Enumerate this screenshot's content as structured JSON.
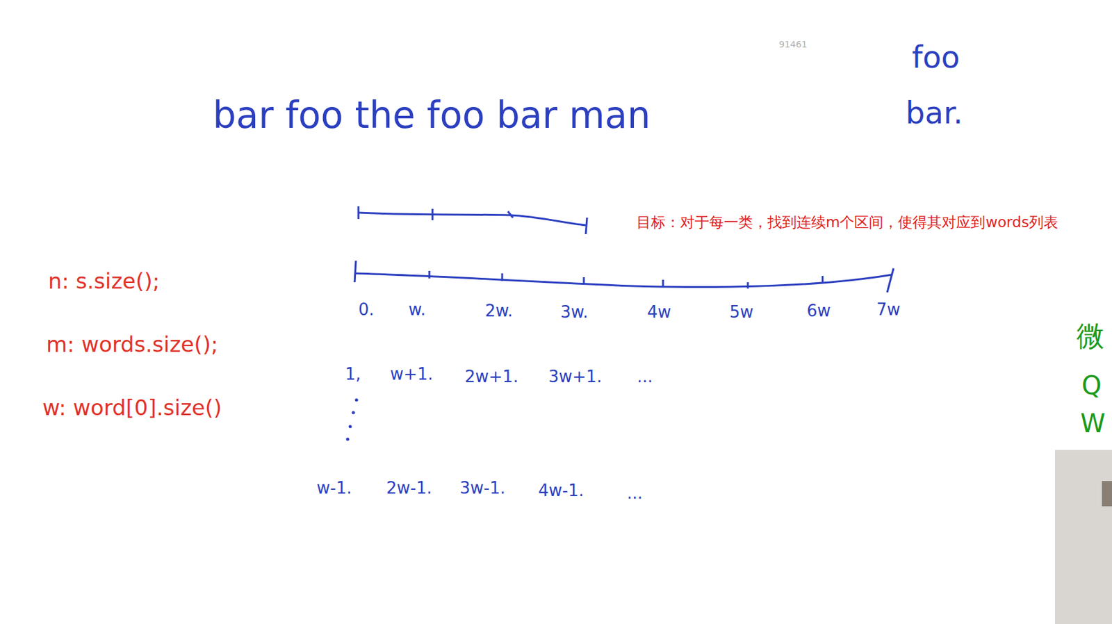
{
  "diagram": {
    "labels": [
      "91461",
      "bar foo the foo bar man",
      "foo",
      "bar.",
      "目标：对于每一类，找到连续m个区间，使得其对应到words列表",
      "n: s.size();",
      "m: words.size();",
      "w: word[0].size()",
      "0.",
      "w.",
      "2w.",
      "3w.",
      "4w",
      "5w",
      "6w",
      "7w",
      "1,",
      "w+1.",
      "2w+1.",
      "3w+1.",
      "...",
      "w-1.",
      "2w-1.",
      "3w-1.",
      "4w-1.",
      "...",
      "微",
      "Q",
      "W"
    ]
  }
}
